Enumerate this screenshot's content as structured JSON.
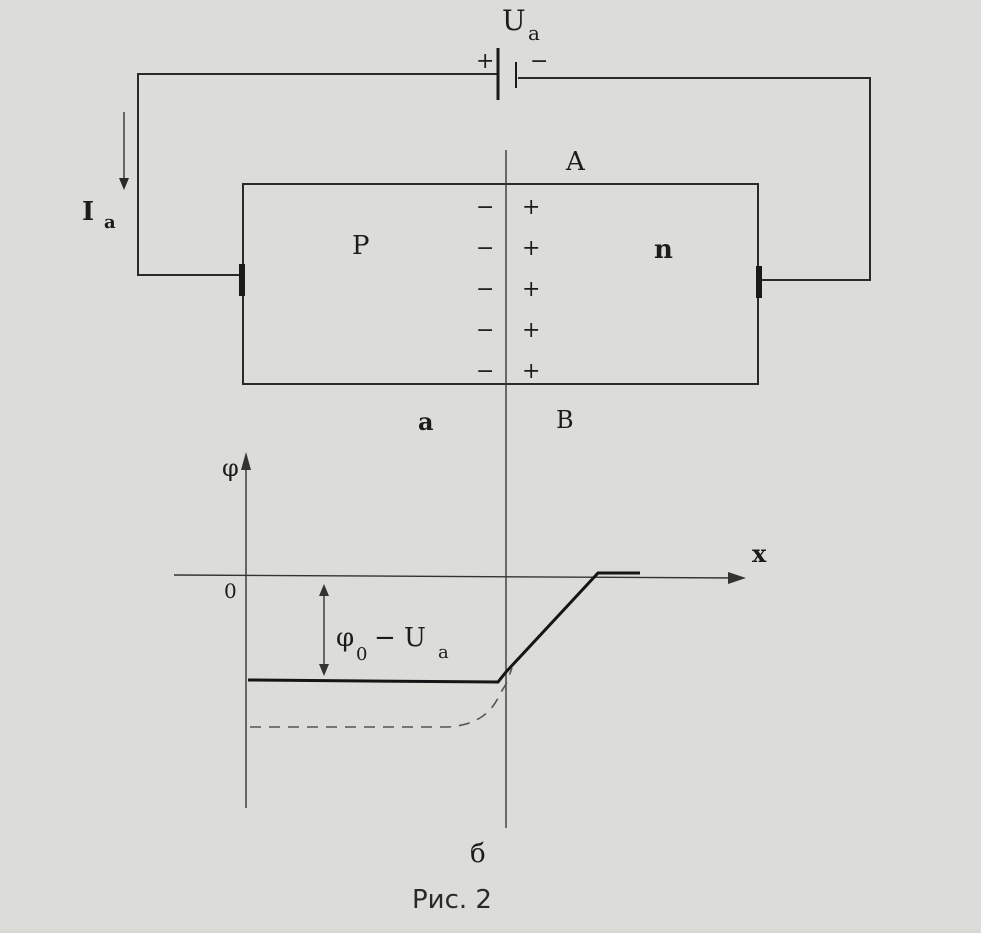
{
  "circuit": {
    "voltage_label": "U",
    "voltage_subscript": "a",
    "battery_plus": "+",
    "battery_minus": "−",
    "current_label": "I",
    "current_subscript": "a"
  },
  "junction": {
    "region_p_label": "P",
    "region_n_label": "n",
    "top_label": "A",
    "bottom_label": "B",
    "negative_sign": "−",
    "positive_sign": "+",
    "charge_rows": 5
  },
  "part_a_label": "a",
  "graph": {
    "y_axis_label": "φ",
    "x_axis_label": "x",
    "origin_label": "0",
    "barrier_label_main": "φ",
    "barrier_label_sub": "0",
    "barrier_label_rest": "− U",
    "barrier_label_sub2": "a"
  },
  "part_b_label": "б",
  "caption": "Рис. 2",
  "colors": {
    "paper": "#dcdcd8",
    "ink": "#1c1c1c"
  }
}
